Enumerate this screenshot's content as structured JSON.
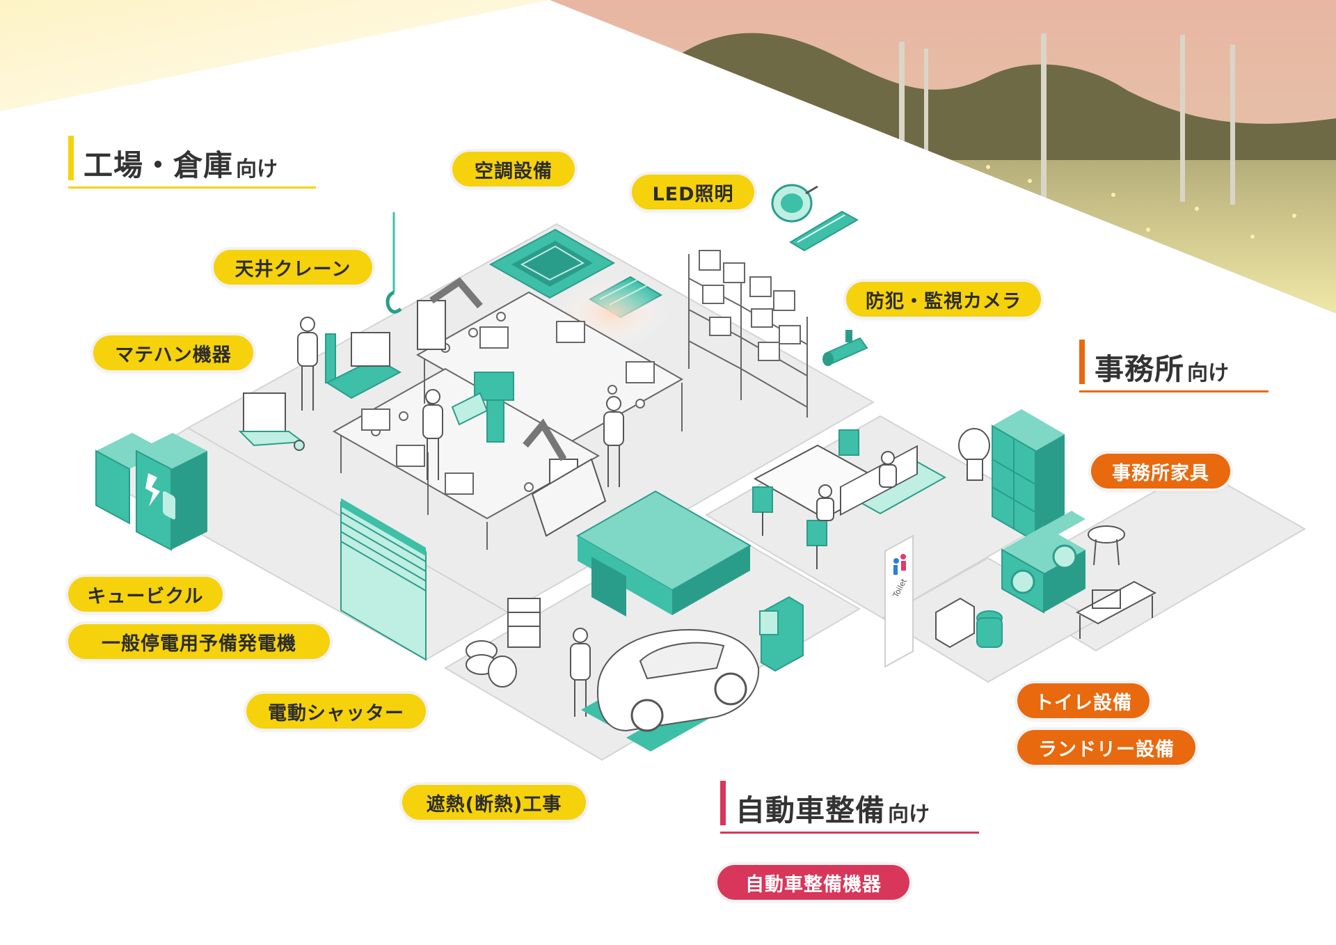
{
  "colors": {
    "teal": "#3dbfa8",
    "teal_dark": "#2a9d8a",
    "floor": "#ececec",
    "yellow": "#f5d20c",
    "orange": "#e8690e",
    "red": "#d8365a"
  },
  "sections": {
    "factory": {
      "title": "工場・倉庫",
      "suffix": "向け"
    },
    "office": {
      "title": "事務所",
      "suffix": "向け"
    },
    "auto": {
      "title": "自動車整備",
      "suffix": "向け"
    }
  },
  "labels": {
    "factory": [
      "空調設備",
      "LED照明",
      "天井クレーン",
      "防犯・監視カメラ",
      "マテハン機器",
      "キュービクル",
      "一般停電用予備発電機",
      "電動シャッター",
      "遮熱(断熱)工事"
    ],
    "office": [
      "事務所家具",
      "トイレ設備",
      "ランドリー設備"
    ],
    "auto": [
      "自動車整備機器"
    ]
  },
  "scene": {
    "toilet_sign": "Toilet",
    "icons": [
      "lightning-icon",
      "male-female-icon"
    ]
  }
}
